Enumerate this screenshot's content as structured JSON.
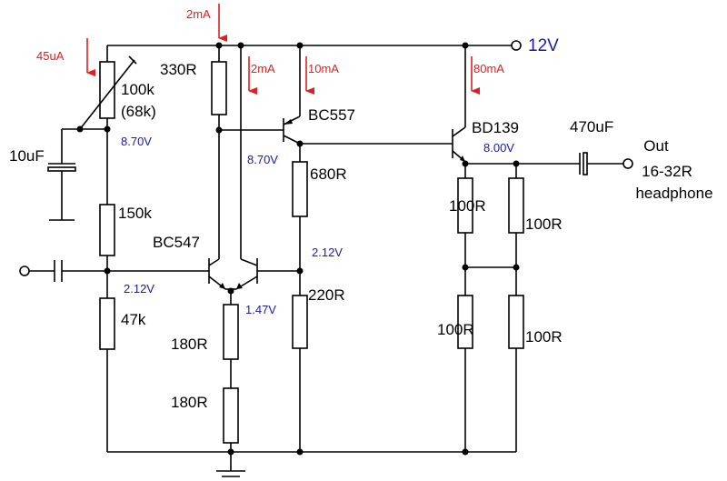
{
  "supply_label": "12V",
  "colors": {
    "wire": "#000000",
    "current": "#e02020",
    "voltage": "#1a1aaa"
  },
  "resistors": {
    "r_pot": "100k",
    "r_pot_alt": "(68k)",
    "r_150k": "150k",
    "r_47k": "47k",
    "r_330": "330R",
    "r_680": "680R",
    "r_220": "220R",
    "r_180a": "180R",
    "r_180b": "180R",
    "r_out1": "100R",
    "r_out2": "100R",
    "r_out3": "100R",
    "r_out4": "100R"
  },
  "capacitors": {
    "c_bias": "10uF",
    "c_out": "470uF"
  },
  "transistors": {
    "q_pair": "BC547",
    "q_vas": "BC557",
    "q_out": "BD139"
  },
  "currents": {
    "i_top": "2mA",
    "i_pot": "45uA",
    "i_collector": "2mA",
    "i_vas": "10mA",
    "i_out": "80mA"
  },
  "voltages": {
    "v_base": "8.70V",
    "v_vas": "8.70V",
    "v_in": "2.12V",
    "v_fb": "2.12V",
    "v_emit": "1.47V",
    "v_out": "8.00V"
  },
  "output": {
    "line1": "Out",
    "line2": "16-32R",
    "line3": "headphone"
  }
}
